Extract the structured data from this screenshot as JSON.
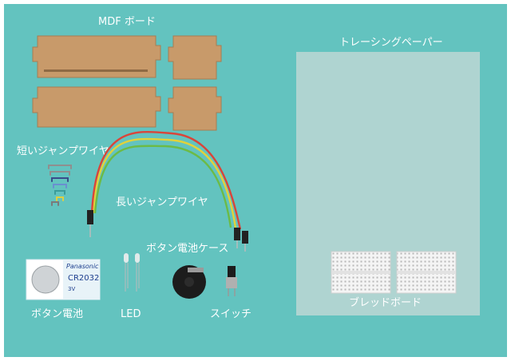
{
  "labels": {
    "mdf_board": "MDF ボード",
    "tracing_paper": "トレーシングペーパー",
    "short_jumper": "短いジャンプワイヤ",
    "long_jumper": "長いジャンプワイヤ",
    "battery_case": "ボタン電池ケース",
    "button_battery": "ボタン電池",
    "led": "LED",
    "switch": "スイッチ",
    "breadboard": "ブレッドボード"
  },
  "battery_print": {
    "brand": "Panasonic",
    "model": "CR2032",
    "voltage": "3V"
  },
  "colors": {
    "background": "#63c3bf",
    "mdf": "#c89a6a",
    "wire_red": "#d9453a",
    "wire_yellow": "#e2d23a",
    "wire_green": "#6cbb46"
  }
}
